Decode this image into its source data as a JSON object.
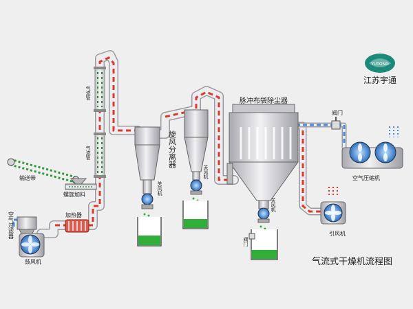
{
  "title": "气流式干燥机流程图",
  "brand": {
    "name": "江苏宇通",
    "logo_text": "YUTONG"
  },
  "labels": {
    "conveyor": "输送带",
    "feeder": "螺旋加料",
    "air_filter": "空气过滤器",
    "blower": "鼓风机",
    "heater": "加热器",
    "drying_pipe_upper": "气流管",
    "drying_pipe_lower": "气流管",
    "cyclone": "旋风分离器",
    "airlock_1": "关风机",
    "airlock_2": "关风机",
    "airlock_3": "关风机",
    "bag_filter": "脉冲布袋除尘器",
    "valve_top": "阀门",
    "valve_bottom": "阀门",
    "compressor": "空气压缩机",
    "induced_fan": "引风机"
  },
  "colors": {
    "pipe": "#e8e8ea",
    "pipe_edge": "#9a9aa0",
    "hot_flow": "#d83a2a",
    "cold_flow": "#4a8ad8",
    "product": "#2fae3a",
    "fan": "#3a7fd0"
  }
}
